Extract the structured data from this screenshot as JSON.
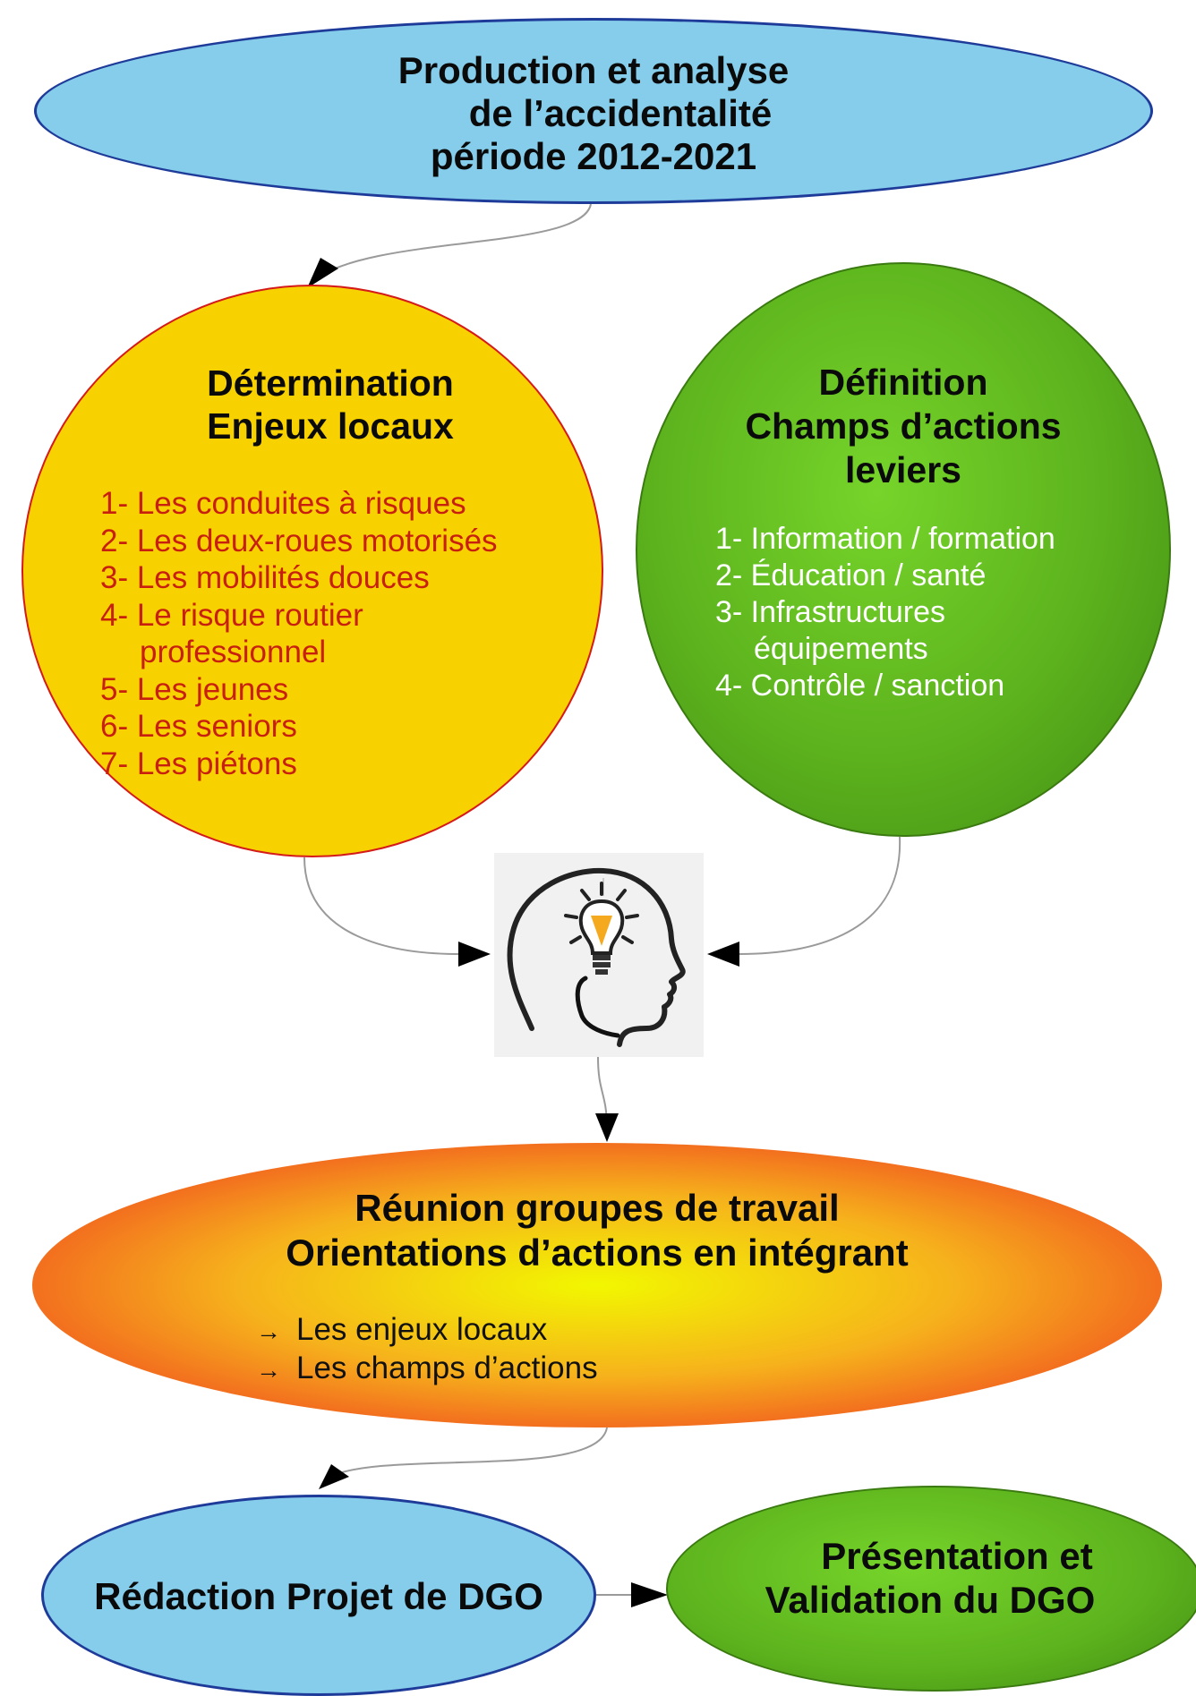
{
  "top": {
    "line1": "Production et analyse",
    "line2": "de l’accidentalité",
    "line3": "période 2012-2021"
  },
  "enjeux": {
    "title1": "Détermination",
    "title2": "Enjeux locaux",
    "items": [
      "1- Les conduites à risques",
      "2- Les deux-roues motorisés",
      "3- Les mobilités douces",
      "4- Le risque routier",
      "professionnel",
      "5- Les jeunes",
      "6- Les seniors",
      "7- Les piétons"
    ]
  },
  "champs": {
    "title1": "Définition",
    "title2": "Champs d’actions",
    "title3": "leviers",
    "items": [
      "1- Information / formation",
      "2- Éducation / santé",
      "3- Infrastructures",
      "équipements",
      "4- Contrôle / sanction"
    ]
  },
  "icon": {
    "name": "head-lightbulb-icon"
  },
  "reunion": {
    "line1": "Réunion groupes de travail",
    "line2": "Orientations d’actions en intégrant",
    "arrow": "→",
    "items": [
      "Les enjeux locaux",
      "Les champs d’actions"
    ]
  },
  "redaction": {
    "label": "Rédaction Projet de DGO"
  },
  "validation": {
    "line1": "Présentation et",
    "line2": "Validation du DGO"
  },
  "colors": {
    "blue_fill": "#85cdea",
    "blue_border": "#1f3b9a",
    "yellow_fill": "#f8d100",
    "red_text": "#c8200f",
    "green_fill": "#5cb21d",
    "orange_center": "#f2f700",
    "orange_edge": "#ec2c2a"
  }
}
